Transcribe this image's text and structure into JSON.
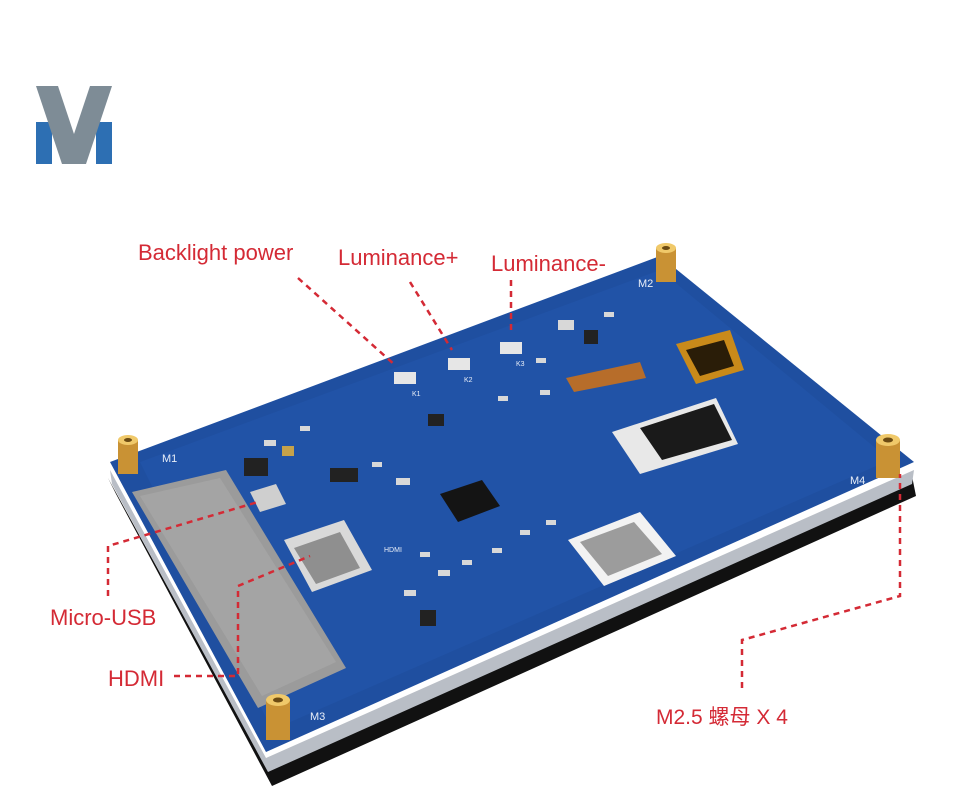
{
  "logo": {
    "letter": "V",
    "colors": {
      "gray": "#7e8c96",
      "blue": "#2d6fb3"
    }
  },
  "labels": {
    "backlight": "Backlight power",
    "luminance_plus": "Luminance+",
    "luminance_minus": "Luminance-",
    "micro_usb": "Micro-USB",
    "hdmi": "HDMI",
    "nut": "M2.5 螺母 X 4"
  },
  "board_markings": {
    "m1": "M1",
    "m2": "M2",
    "m3": "M3",
    "m4": "M4",
    "hdmi_silk": "HDMI",
    "k1": "K1",
    "k2": "K2",
    "k3": "K3"
  },
  "colors": {
    "pcb": "#1f4fa0",
    "annotation": "#d42a35",
    "brass": "#d6a13a",
    "shield": "#9b9b9b"
  }
}
